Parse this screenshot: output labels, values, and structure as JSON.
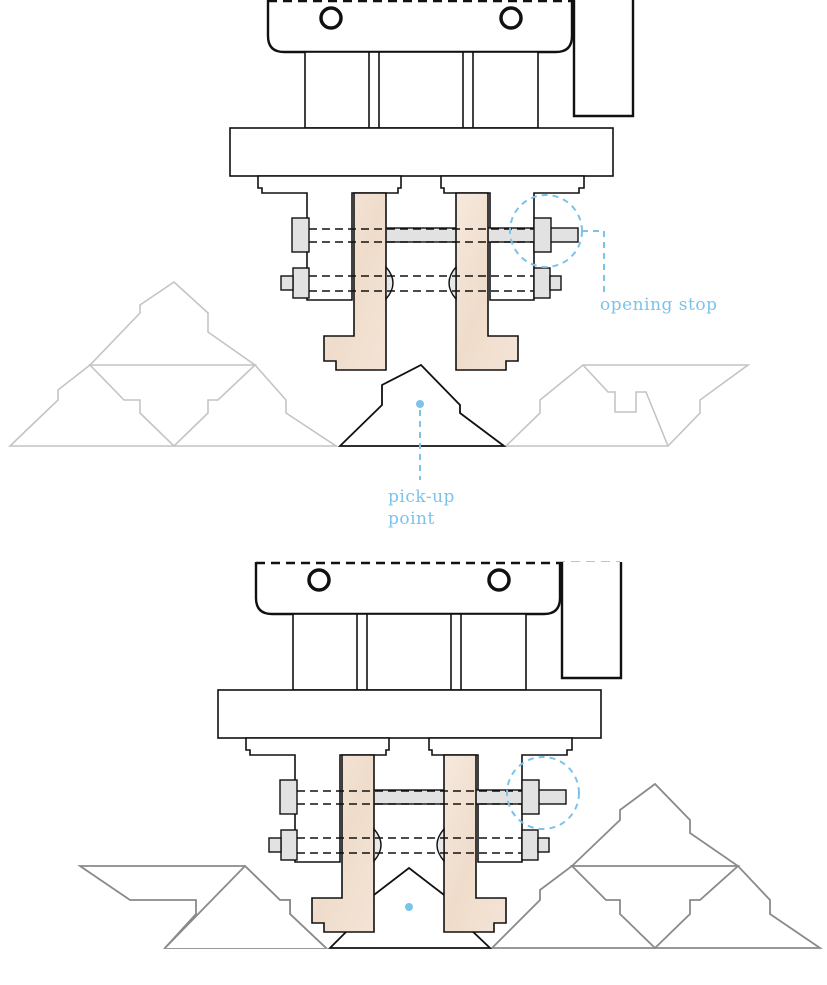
{
  "annotations": {
    "opening_stop": "opening stop",
    "pickup_line1": "pick-up",
    "pickup_line2": "point"
  },
  "colors": {
    "accent": "#7cc3ea",
    "stroke": "#111111",
    "finger_fill": "#f3e3d6",
    "bolt_fill": "#e2e2e2",
    "ghost_stroke": "#c4c4c4",
    "part_stroke_lower": "#8a8a8a"
  },
  "icons": {
    "pickup_point": "dot-marker-icon",
    "opening_stop": "dashed-circle-highlight-icon"
  }
}
